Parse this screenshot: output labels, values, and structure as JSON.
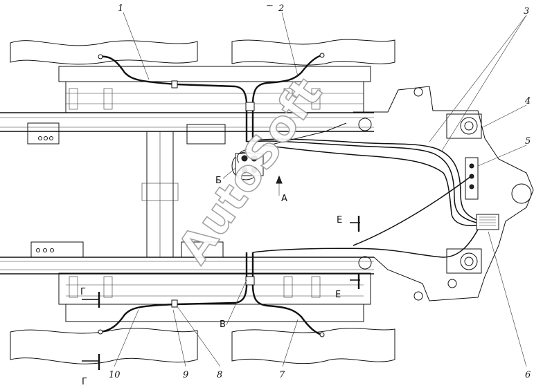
{
  "callouts": [
    {
      "id": "c1",
      "text": "1"
    },
    {
      "id": "c2",
      "text": "2"
    },
    {
      "id": "c3",
      "text": "3"
    },
    {
      "id": "c4",
      "text": "4"
    },
    {
      "id": "c5",
      "text": "5"
    },
    {
      "id": "c6",
      "text": "6"
    },
    {
      "id": "c7",
      "text": "7"
    },
    {
      "id": "c8",
      "text": "8"
    },
    {
      "id": "c9",
      "text": "9"
    },
    {
      "id": "c10",
      "text": "10"
    }
  ],
  "views": {
    "A": "А",
    "B": "Б",
    "V": "В",
    "G": "Г",
    "E": "Е"
  },
  "tilde": "~",
  "watermark": "AutoSoft"
}
